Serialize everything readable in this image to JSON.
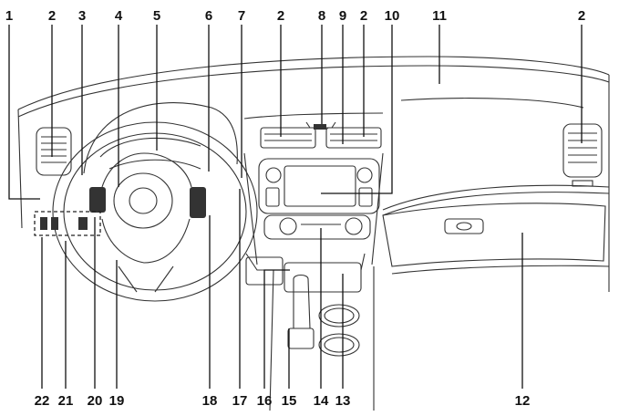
{
  "callouts": {
    "c1": "1",
    "c2a": "2",
    "c3": "3",
    "c4": "4",
    "c5": "5",
    "c6": "6",
    "c7": "7",
    "c2b": "2",
    "c8": "8",
    "c9": "9",
    "c2c": "2",
    "c10": "10",
    "c11": "11",
    "c2d": "2",
    "c22": "22",
    "c21": "21",
    "c20": "20",
    "c19": "19",
    "c18": "18",
    "c17": "17",
    "c16": "16",
    "c15": "15",
    "c14": "14",
    "c13": "13",
    "c12": "12"
  }
}
